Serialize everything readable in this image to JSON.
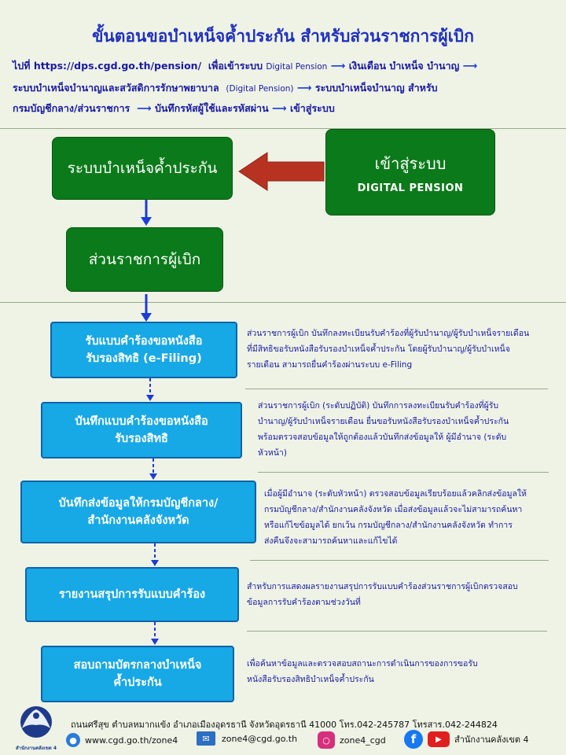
{
  "title": "ขั้นตอนขอบำเหน็จค้ำประกัน สำหรับส่วนราชการผู้เบิก",
  "instructions": {
    "line1_a": "ไปที่ https://dps.cgd.go.th/pension/",
    "line1_b": "เพื่อเข้าระบบ",
    "line1_c": "Digital Pension",
    "line1_d": "เงินเดือน บำเหน็จ บำนาญ",
    "line2_a": "ระบบบำเหน็จบำนาญและสวัสดิการรักษาพยาบาล",
    "line2_b": "(Digital Pension)",
    "line2_c": "ระบบบำเหน็จบำนาญ สำหรับ",
    "line3_a": "กรมบัญชีกลาง/ส่วนราชการ",
    "line3_b": "บันทึกรหัสผู้ใช้และรหัสผ่าน",
    "line3_c": "เข้าสู่ระบบ"
  },
  "top_flow": {
    "pension_system": "ระบบบำเหน็จค้ำประกัน",
    "login_title": "เข้าสู่ระบบ",
    "login_sub": "DIGITAL PENSION",
    "agency": "ส่วนราชการผู้เบิก"
  },
  "steps": [
    {
      "label1": "รับแบบคำร้องขอหนังสือ",
      "label2": "รับรองสิทธิ (e-Filing)",
      "desc_lines": [
        "ส่วนราชการผู้เบิก บันทึกลงทะเบียนรับคำร้องที่ผู้รับบำนาญ/ผู้รับบำเหน็จรายเดือน",
        "ที่มีสิทธิขอรับหนังสือรับรองบำเหน็จค้ำประกัน โดยผู้รับบำนาญ/ผู้รับบำเหน็จ",
        "รายเดือน สามารถยื่นคำร้องผ่านระบบ e-Filing"
      ]
    },
    {
      "label1": "บันทึกแบบคำร้องขอหนังสือ",
      "label2": "รับรองสิทธิ",
      "desc_lines": [
        "ส่วนราชการผู้เบิก (ระดับปฏิบัติ) บันทึกการลงทะเบียนรับคำร้องที่ผู้รับ",
        "บำนาญ/ผู้รับบำเหน็จรายเดือน ยื่นขอรับหนังสือรับรองบำเหน็จค้ำประกัน",
        "พร้อมตรวจสอบข้อมูลให้ถูกต้องแล้วบันทึกส่งข้อมูลให้ ผู้มีอำนาจ (ระดับ",
        "หัวหน้า)"
      ]
    },
    {
      "label1": "บันทึกส่งข้อมูลให้กรมบัญชีกลาง/",
      "label2": "สำนักงานคลังจังหวัด",
      "desc_lines": [
        "เมื่อผู้มีอำนาจ (ระดับหัวหน้า) ตรวจสอบข้อมูลเรียบร้อยแล้วคลิกส่งข้อมูลให้",
        "กรมบัญชีกลาง/สำนักงานคลังจังหวัด เมื่อส่งข้อมูลแล้วจะไม่สามารถค้นหา",
        "หรือแก้ไขข้อมูลได้ ยกเว้น กรมบัญชีกลาง/สำนักงานคลังจังหวัด ทำการ",
        "ส่งคืนจึงจะสามารถค้นหาและแก้ไขได้"
      ]
    },
    {
      "label1": "รายงานสรุปการรับแบบคำร้อง",
      "label2": "",
      "desc_lines": [
        "สำหรับการแสดงผลรายงานสรุปการรับแบบคำร้องส่วนราชการผู้เบิกตรวจสอบ",
        "ข้อมูลการรับคำร้องตามช่วงวันที่"
      ]
    },
    {
      "label1": "สอบถามบัตรกลางบำเหน็จ",
      "label2": "ค้ำประกัน",
      "desc_lines": [
        "เพื่อค้นหาข้อมูลและตรวจสอบสถานะการดำเนินการของการขอรับ",
        "หนังสือรับรองสิทธิบำเหน็จค้ำประกัน"
      ]
    }
  ],
  "footer": {
    "address": "ถนนศรีสุข ตำบลหมากแข้ง อำเภอเมืองอุดรธานี จังหวัดอุดรธานี 41000 โทร.042-245787 โทรสาร.042-244824",
    "logo_caption": "สำนักงานคลังเขต 4",
    "website": "www.cgd.go.th/zone4",
    "email": "zone4@cgd.go.th",
    "instagram": "zone4_cgd",
    "office": "สำนักงานคลังเขต 4"
  },
  "colors": {
    "green_box": "#0b7a1a",
    "blue_box": "#17a8e6",
    "title": "#1f2fbf",
    "arrow_red": "#b83222"
  }
}
